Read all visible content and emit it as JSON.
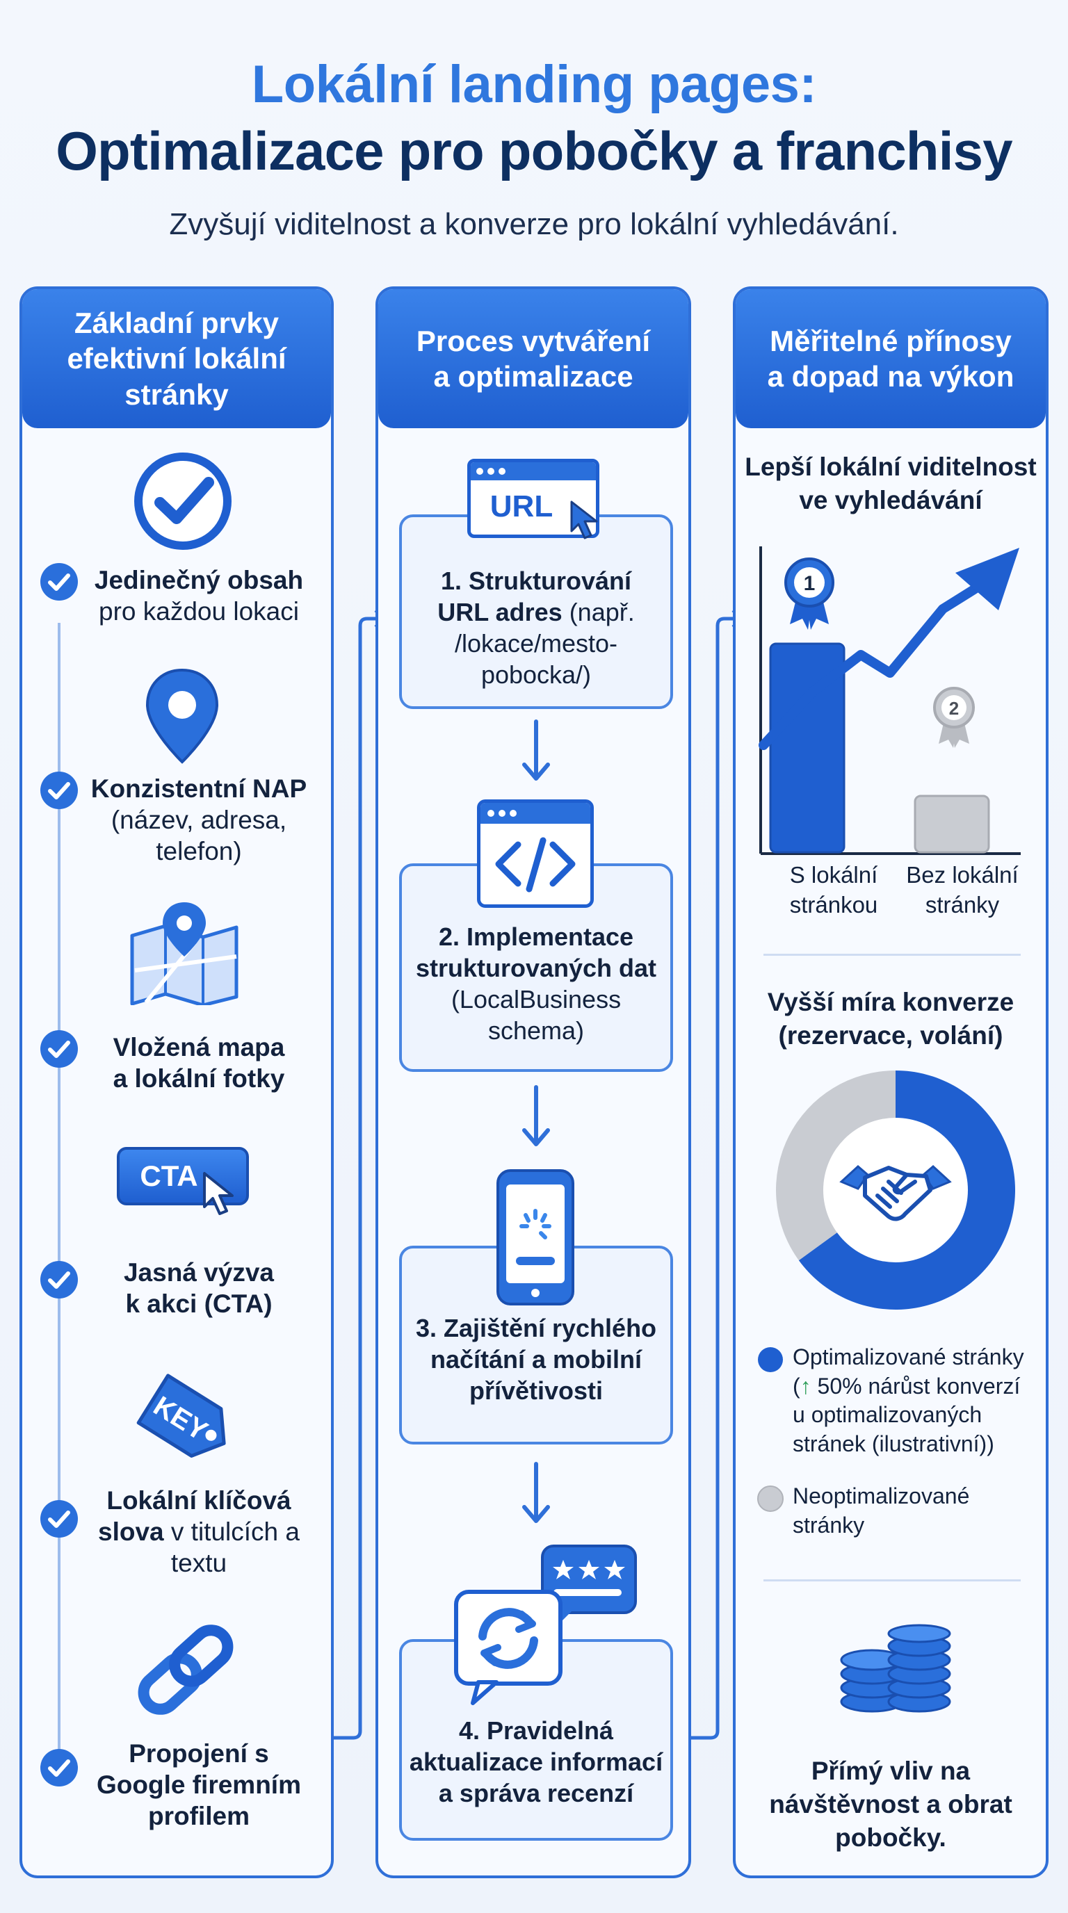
{
  "header": {
    "title_line1": "Lokální landing pages:",
    "title_line2": "Optimalizace pro pobočky a franchisy",
    "subtitle": "Zvyšují viditelnost a konverze pro lokální vyhledávání."
  },
  "columns": {
    "elements": {
      "heading": [
        "Základní prvky",
        "efektivní lokální",
        "stránky"
      ],
      "items": [
        {
          "bold": "Jedinečný obsah",
          "rest": "pro každou lokaci",
          "icon": "checkmark-badge-icon"
        },
        {
          "bold": "Konzistentní NAP",
          "rest": "(název, adresa, telefon)",
          "icon": "map-pin-icon"
        },
        {
          "bold": "Vložená mapa",
          "bold2": "a lokální fotky",
          "icon": "folded-map-icon"
        },
        {
          "bold": "Jasná výzva",
          "bold2": "k akci (CTA)",
          "icon": "cta-button-icon",
          "icon_text": "CTA"
        },
        {
          "bold": "Lokální klíčová",
          "bold2": "slova",
          "rest": "v titulcích a textu",
          "icon": "key-tag-icon",
          "icon_text": "KEY"
        },
        {
          "bold": "Propojení s",
          "bold2": "Google firemním",
          "bold3": "profilem",
          "icon": "chain-link-icon"
        }
      ]
    },
    "process": {
      "heading": [
        "Proces vytváření",
        "a optimalizace"
      ],
      "steps": [
        {
          "bold1": "1. Strukturování",
          "bold2": "URL adres",
          "rest": "(např. /lokace/mesto-pobocka/)",
          "icon": "browser-url-icon",
          "icon_text": "URL"
        },
        {
          "bold1": "2. Implementace",
          "bold2": "strukturovaných dat",
          "rest": "(LocalBusiness schema)",
          "icon": "browser-code-icon"
        },
        {
          "bold1": "3. Zajištění rychlého",
          "bold2": "načítání a mobilní",
          "bold3": "přívětivosti",
          "icon": "mobile-loading-icon"
        },
        {
          "bold1": "4. Pravidelná",
          "bold2": "aktualizace informací",
          "bold3": "a správa recenzí",
          "icon": "review-refresh-icon"
        }
      ]
    },
    "benefits": {
      "heading": [
        "Měřitelné přínosy",
        "a dopad na výkon"
      ],
      "visibility_title": [
        "Lepší lokální viditelnost",
        "ve vyhledávání"
      ],
      "bar_labels": [
        [
          "S lokální",
          "stránkou"
        ],
        [
          "Bez lokální",
          "stránky"
        ]
      ],
      "rank_badges": [
        "1",
        "2"
      ],
      "conversion_title": [
        "Vyšší míra konverze",
        "(rezervace, volání)"
      ],
      "legend": [
        {
          "lines": [
            "Optimalizované stránky",
            "(↑ 50% nárůst konverzí",
            "u optimalizovaných",
            "stránek (ilustrativní))"
          ],
          "color": "#1f5fd0"
        },
        {
          "lines": [
            "Neoptimalizované",
            "stránky"
          ],
          "color": "#c9ccd2"
        }
      ],
      "impact_text": [
        "Přímý vliv na",
        "návštěvnost a obrat",
        "pobočky."
      ]
    }
  },
  "chart_data": [
    {
      "type": "bar",
      "categories": [
        "S lokální stránkou",
        "Bez lokální stránky"
      ],
      "values": [
        1.0,
        0.27
      ],
      "title": "Lepší lokální viditelnost ve vyhledávání",
      "xlabel": "",
      "ylabel": "",
      "grid": false
    },
    {
      "type": "pie",
      "categories": [
        "Optimalizované stránky",
        "Neoptimalizované stránky"
      ],
      "values": [
        65,
        35
      ],
      "title": "Vyšší míra konverze (rezervace, volání)",
      "donut": true
    }
  ],
  "colors": {
    "primary": "#1f5fd0",
    "accent": "#2f77de",
    "dark_text": "#0d2f61",
    "gray": "#c9ccd2",
    "up_arrow": "#2f9e5b"
  }
}
